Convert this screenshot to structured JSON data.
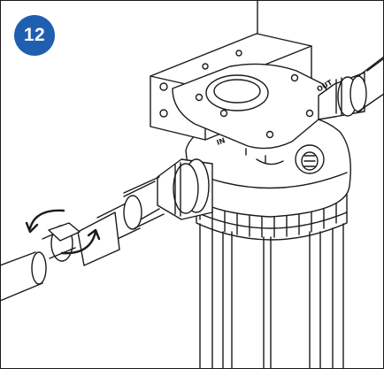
{
  "step": {
    "number": "12"
  },
  "labels": {
    "outlet_port": "OUT",
    "inlet_port": "IN"
  },
  "colors": {
    "badge": "#1f5fb0",
    "line": "#1a1a1a",
    "background": "#ffffff"
  },
  "icons": {
    "rotate": "curved-arrows-icon"
  }
}
